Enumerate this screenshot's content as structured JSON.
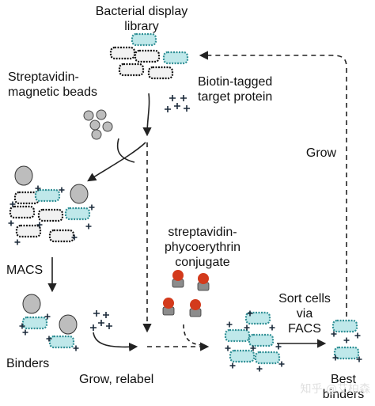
{
  "labels": {
    "library_line1": "Bacterial display",
    "library_line2": "library",
    "beads_line1": "Streptavidin-",
    "beads_line2": "magnetic beads",
    "target_line1": "Biotin-tagged",
    "target_line2": "target protein",
    "grow_top": "Grow",
    "pe_line1": "streptavidin-",
    "pe_line2": "phycoerythrin",
    "pe_line3": "conjugate",
    "macs": "MACS",
    "sort_line1": "Sort cells",
    "sort_line2": "via",
    "sort_line3": "FACS",
    "binders": "Binders",
    "grow_relabel": "Grow, relabel",
    "best_line1": "Best",
    "best_line2": "binders",
    "watermark": "知乎 @艾柏森"
  },
  "colors": {
    "cell_fill": "#f2f2f2",
    "cell_border": "#111111",
    "display_fill": "#bfe8ea",
    "display_border": "#2f8f95",
    "bead_fill": "#bdbdbd",
    "pe_red": "#d33a1c",
    "pe_gray": "#8c8c8c",
    "arrow": "#222222"
  }
}
